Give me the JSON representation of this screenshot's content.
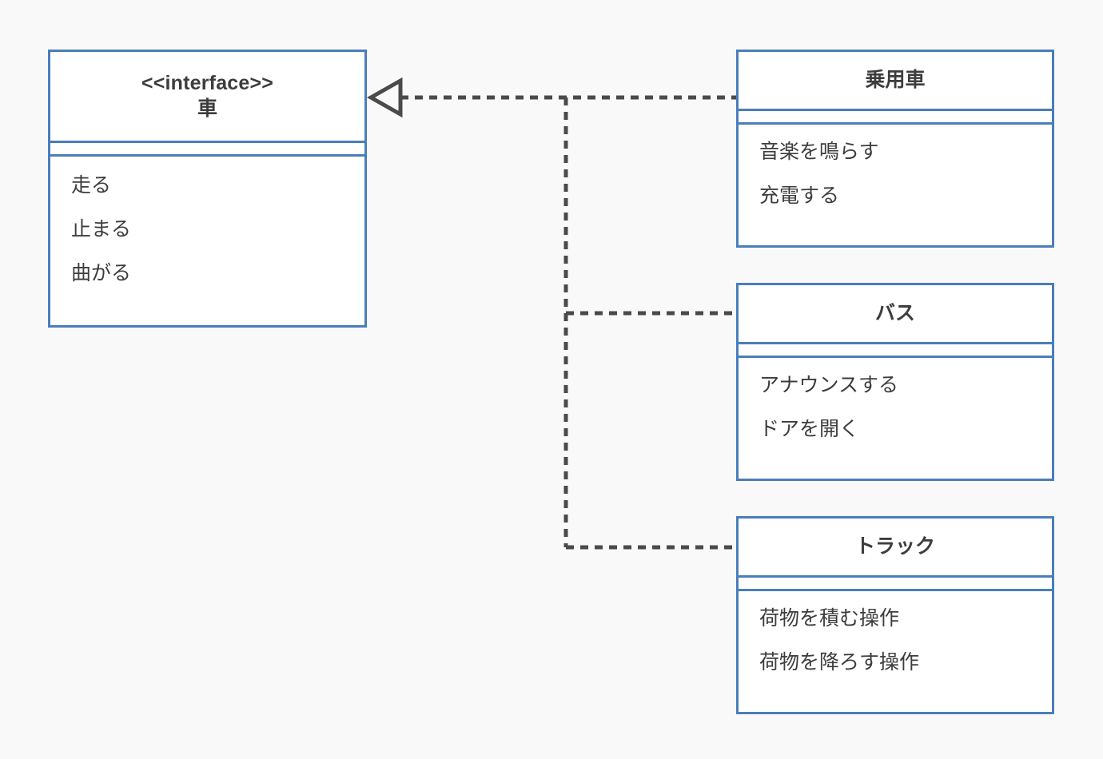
{
  "diagram": {
    "title": "UML class diagram - 車 interface realization",
    "type": "uml-class-diagram",
    "background_color": "#f9f9f9",
    "border_color": "#4a7ebb",
    "text_color": "#3d3d3d",
    "connector_color": "#4a4a4a"
  },
  "interface": {
    "stereotype": "<<interface>>",
    "name": "車",
    "attributes": [],
    "methods": [
      {
        "label": "走る"
      },
      {
        "label": "止まる"
      },
      {
        "label": "曲がる"
      }
    ]
  },
  "classes": [
    {
      "name": "乗用車",
      "attributes": [],
      "methods": [
        {
          "label": "音楽を鳴らす"
        },
        {
          "label": "充電する"
        }
      ]
    },
    {
      "name": "バス",
      "attributes": [],
      "methods": [
        {
          "label": "アナウンスする"
        },
        {
          "label": "ドアを開く"
        }
      ]
    },
    {
      "name": "トラック",
      "attributes": [],
      "methods": [
        {
          "label": "荷物を積む操作"
        },
        {
          "label": "荷物を降ろす操作"
        }
      ]
    }
  ],
  "relationship": {
    "kind": "realization",
    "arrowhead": "hollow-triangle",
    "line_style": "dashed",
    "target": "車"
  }
}
